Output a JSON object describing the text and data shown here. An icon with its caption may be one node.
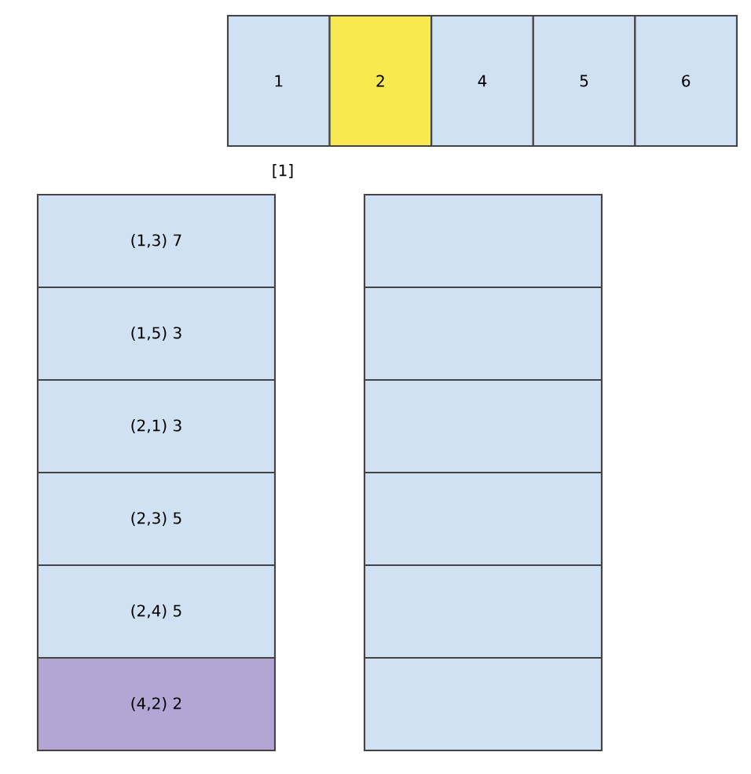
{
  "diagram": {
    "nodes": [
      {
        "text": [
          "1"
        ]
      },
      {
        "text": [
          "2"
        ]
      },
      {
        "text": [
          "4"
        ]
      },
      {
        "text": [
          "5"
        ]
      },
      {
        "text": [
          "6"
        ]
      },
      {
        "text": [
          "(1,3) 7"
        ]
      },
      {
        "text": [
          "(1,5) 3"
        ]
      },
      {
        "text": [
          "(2,1) 3"
        ]
      },
      {
        "text": [
          "(2,3) 5"
        ]
      },
      {
        "text": [
          "(2,4) 5"
        ]
      },
      {
        "text": [
          "(4,2) 2"
        ]
      },
      {
        "text": [],
        "shape": "box"
      },
      {
        "text": [],
        "shape": "box"
      },
      {
        "text": [],
        "shape": "box"
      },
      {
        "text": [],
        "shape": "box"
      },
      {
        "text": [],
        "shape": "box"
      },
      {
        "text": [],
        "shape": "box"
      }
    ],
    "edges": [],
    "labels": [
      "[1]"
    ]
  }
}
